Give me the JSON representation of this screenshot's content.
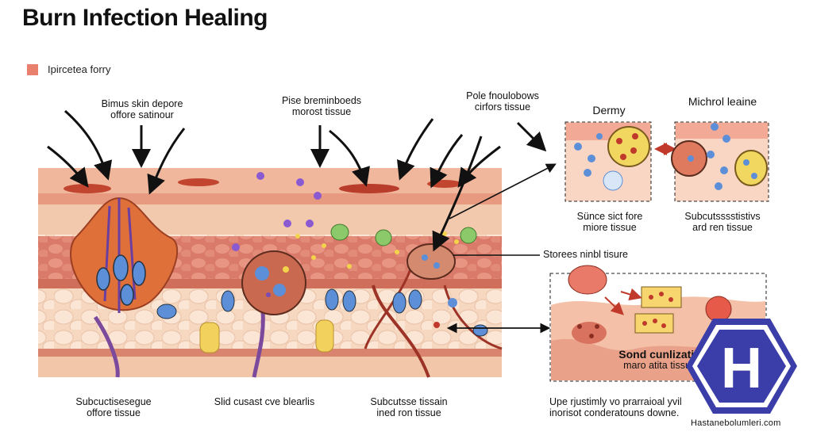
{
  "title": "Burn Infection Healing",
  "legend": {
    "label": "Ipircetea forry",
    "color": "#e8806d"
  },
  "labels": {
    "top_left": [
      "Bimus skin depore",
      "offore satinour"
    ],
    "top_mid": [
      "Pise breminboeds",
      "morost tissue"
    ],
    "top_right": [
      "Pole fnoulobows",
      "cirfors tissue"
    ],
    "dermy": "Dermy",
    "michrol": "Michrol leaine",
    "since": [
      "Sünce sict fore",
      "miore tissue"
    ],
    "subcuts_right": [
      "Subcutsssstistivs",
      "ard ren tissue"
    ],
    "stores": "Storees ninbl tisure",
    "sond": [
      "Sond cunlizatin",
      "maro atita tissue"
    ],
    "bottom_1": [
      "Subcuctisesegue",
      "offore tissue"
    ],
    "bottom_2": "Slid cusast cve blearlis",
    "bottom_3": [
      "Subcutsse tissain",
      "ined ron tissue"
    ],
    "bottom_4": [
      "Upe rjustimly vo prarraioal yvil",
      "inorisot conderatouns downe."
    ]
  },
  "logo": {
    "letter": "H",
    "color": "#3b3ea8"
  },
  "footer": "Hastanebolumleri.com"
}
